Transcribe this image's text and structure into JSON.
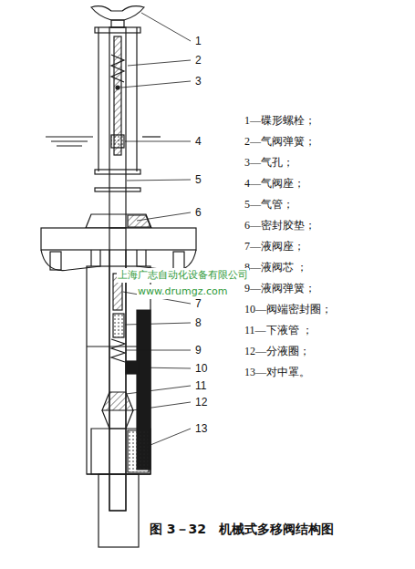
{
  "diagram": {
    "caption": "图 3－32　机械式多移阀结构图",
    "labels": [
      "1",
      "2",
      "3",
      "4",
      "5",
      "6",
      "7",
      "8",
      "9",
      "10",
      "11",
      "12",
      "13",
      "1—碟形螺栓；",
      "2—气阀弹簧；",
      "3—气孔；",
      "4—气阀座；",
      "5—气管；",
      "6—密封胶垫；",
      "7—液阀座；",
      "8—液阀芯 ；",
      "9—液阀弹簧；",
      "10—阀端密封圈；",
      "11—下液管 ；",
      "12—分液圈；",
      "13—对中罩。",
      "上海广志自动化设备有限公司",
      "www.drumgz.com"
    ]
  }
}
